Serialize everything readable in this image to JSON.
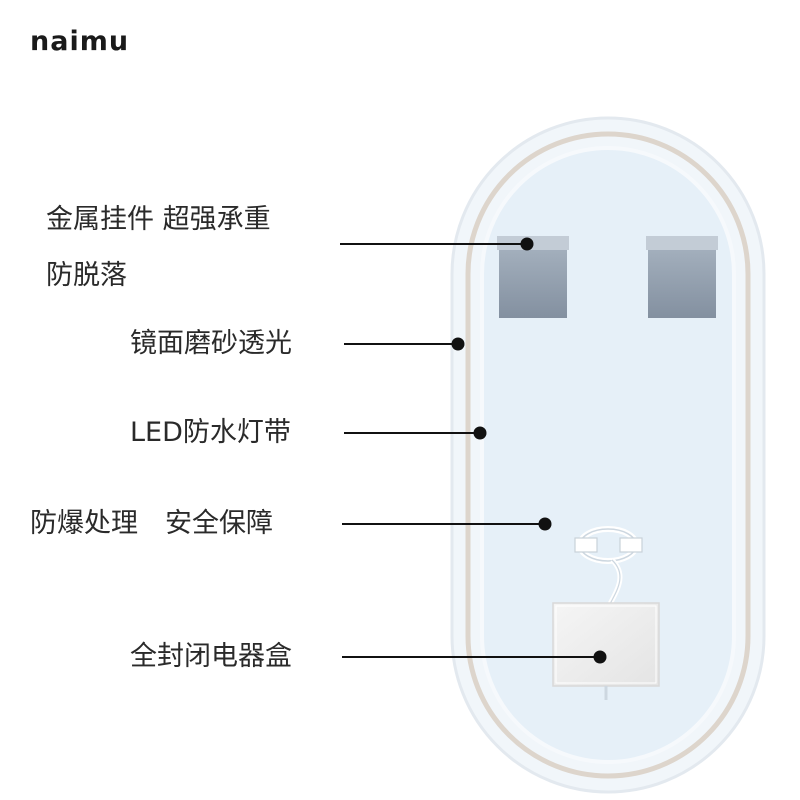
{
  "brand": {
    "logo_text": "naimu"
  },
  "callouts": [
    {
      "id": "hanger",
      "lines": [
        "金属挂件 超强承重",
        "防脱落"
      ]
    },
    {
      "id": "mirror-surface",
      "lines": [
        "镜面磨砂透光"
      ]
    },
    {
      "id": "led-strip",
      "lines": [
        "LED防水灯带"
      ]
    },
    {
      "id": "explosion-proof",
      "lines": [
        "防爆处理　安全保障"
      ]
    },
    {
      "id": "electric-box",
      "lines": [
        "全封闭电器盒"
      ]
    }
  ],
  "colors": {
    "mirror_fill": "#e8f1f8",
    "mirror_rim": "#f4f7fa",
    "led_ring": "#e2dcd6",
    "hanger": "#8e9baa",
    "box": "#eeeeee",
    "leader": "#111111"
  }
}
